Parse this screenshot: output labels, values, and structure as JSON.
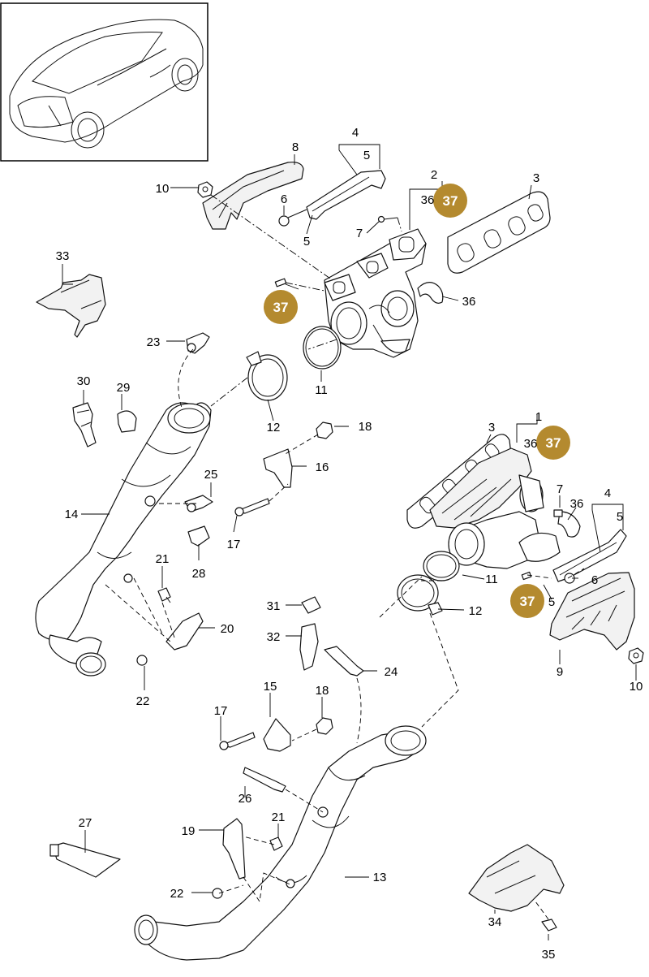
{
  "overview_box": {
    "image": "car-rear-three-quarter-view"
  },
  "callouts": [
    {
      "id": "c1",
      "text": "1"
    },
    {
      "id": "c2",
      "text": "2"
    },
    {
      "id": "c3a",
      "text": "3"
    },
    {
      "id": "c3b",
      "text": "3"
    },
    {
      "id": "c4a",
      "text": "4"
    },
    {
      "id": "c4b",
      "text": "4"
    },
    {
      "id": "c5a",
      "text": "5"
    },
    {
      "id": "c5b",
      "text": "5"
    },
    {
      "id": "c5c",
      "text": "5"
    },
    {
      "id": "c5d",
      "text": "5"
    },
    {
      "id": "c6a",
      "text": "6"
    },
    {
      "id": "c6b",
      "text": "6"
    },
    {
      "id": "c7a",
      "text": "7"
    },
    {
      "id": "c7b",
      "text": "7"
    },
    {
      "id": "c8",
      "text": "8"
    },
    {
      "id": "c9",
      "text": "9"
    },
    {
      "id": "c10a",
      "text": "10"
    },
    {
      "id": "c10b",
      "text": "10"
    },
    {
      "id": "c11a",
      "text": "11"
    },
    {
      "id": "c11b",
      "text": "11"
    },
    {
      "id": "c12a",
      "text": "12"
    },
    {
      "id": "c12b",
      "text": "12"
    },
    {
      "id": "c13",
      "text": "13"
    },
    {
      "id": "c14",
      "text": "14"
    },
    {
      "id": "c15",
      "text": "15"
    },
    {
      "id": "c16",
      "text": "16"
    },
    {
      "id": "c17a",
      "text": "17"
    },
    {
      "id": "c17b",
      "text": "17"
    },
    {
      "id": "c18a",
      "text": "18"
    },
    {
      "id": "c18b",
      "text": "18"
    },
    {
      "id": "c19",
      "text": "19"
    },
    {
      "id": "c20",
      "text": "20"
    },
    {
      "id": "c21a",
      "text": "21"
    },
    {
      "id": "c21b",
      "text": "21"
    },
    {
      "id": "c22a",
      "text": "22"
    },
    {
      "id": "c22b",
      "text": "22"
    },
    {
      "id": "c23",
      "text": "23"
    },
    {
      "id": "c24",
      "text": "24"
    },
    {
      "id": "c25",
      "text": "25"
    },
    {
      "id": "c26",
      "text": "26"
    },
    {
      "id": "c27",
      "text": "27"
    },
    {
      "id": "c28",
      "text": "28"
    },
    {
      "id": "c29",
      "text": "29"
    },
    {
      "id": "c30",
      "text": "30"
    },
    {
      "id": "c31",
      "text": "31"
    },
    {
      "id": "c32",
      "text": "32"
    },
    {
      "id": "c33",
      "text": "33"
    },
    {
      "id": "c34",
      "text": "34"
    },
    {
      "id": "c35",
      "text": "35"
    },
    {
      "id": "c36a",
      "text": "36"
    },
    {
      "id": "c36b",
      "text": "36"
    },
    {
      "id": "c36c",
      "text": "36"
    },
    {
      "id": "c36d",
      "text": "36"
    }
  ],
  "badges": [
    {
      "id": "b1",
      "text": "37"
    },
    {
      "id": "b2",
      "text": "37"
    },
    {
      "id": "b3",
      "text": "37"
    },
    {
      "id": "b4",
      "text": "37"
    }
  ],
  "colors": {
    "badge": "#b48a2f",
    "line": "#000000"
  }
}
